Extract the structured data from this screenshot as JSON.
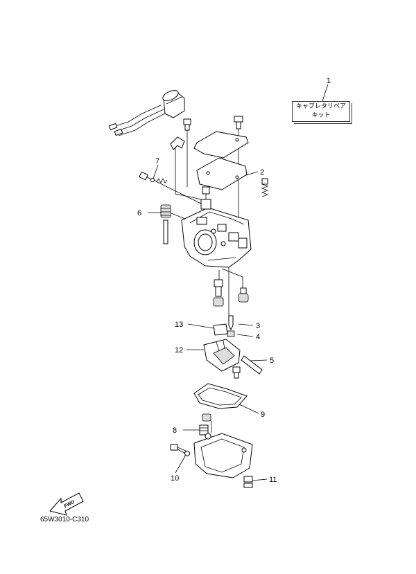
{
  "kit": {
    "line1": "キャブレタリペア",
    "line2": "キット"
  },
  "callouts": [
    {
      "id": "1",
      "label": "1"
    },
    {
      "id": "2",
      "label": "2"
    },
    {
      "id": "3",
      "label": "3"
    },
    {
      "id": "4",
      "label": "4"
    },
    {
      "id": "5",
      "label": "5"
    },
    {
      "id": "6",
      "label": "6"
    },
    {
      "id": "7",
      "label": "7"
    },
    {
      "id": "8",
      "label": "8"
    },
    {
      "id": "9",
      "label": "9"
    },
    {
      "id": "10",
      "label": "10"
    },
    {
      "id": "11",
      "label": "11"
    },
    {
      "id": "12",
      "label": "12"
    },
    {
      "id": "13",
      "label": "13"
    }
  ],
  "fwd_label": "FWD",
  "figure_code": "65W3010-C310"
}
